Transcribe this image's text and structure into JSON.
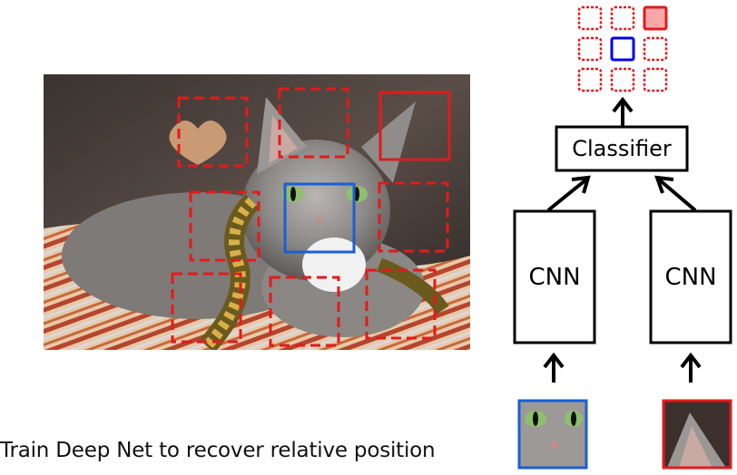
{
  "caption": "Train Deep Net to recover relative position",
  "classifier_label": "Classifier",
  "cnn_left_label": "CNN",
  "cnn_right_label": "CNN",
  "colors": {
    "center_patch": "#1a5fd6",
    "query_patch": "#e31a1c",
    "dashed_patch": "#e31a1c",
    "grid_selected_fill": "#f7a7a7",
    "grid_center": "#0000ee"
  },
  "grid": {
    "rows": 3,
    "cols": 3,
    "selected": [
      0,
      2
    ],
    "center": [
      1,
      1
    ]
  }
}
